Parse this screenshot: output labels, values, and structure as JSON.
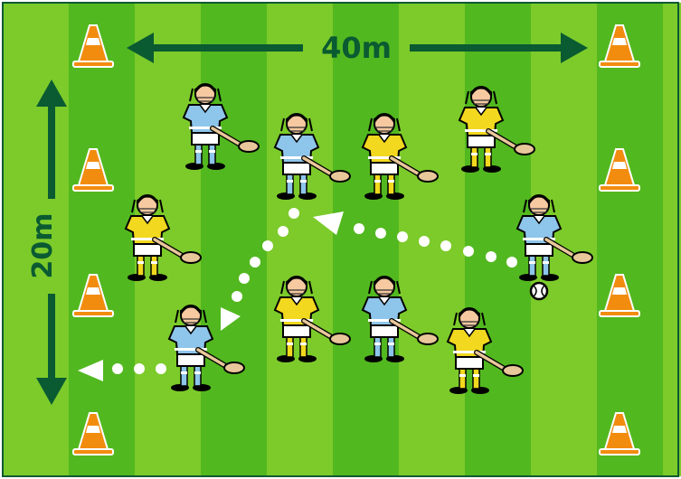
{
  "labels": {
    "width": "40m",
    "height": "20m"
  },
  "colors": {
    "grass_light": "#7ccb2a",
    "grass_dark": "#52b81f",
    "border": "#0a5a32",
    "arrow": "#0a5a32",
    "cone": "#f28c0f",
    "team_blue_jersey": "#8ec5ea",
    "team_yellow_jersey": "#f2d81e",
    "helmet_red": "#d92020",
    "helmet_grey": "#555555"
  },
  "players": [
    {
      "team": "blue",
      "helmet": "orange"
    },
    {
      "team": "blue",
      "helmet": "orange"
    },
    {
      "team": "yellow",
      "helmet": "grey"
    },
    {
      "team": "yellow",
      "helmet": "red"
    },
    {
      "team": "yellow",
      "helmet": "red"
    },
    {
      "team": "blue",
      "helmet": "orange",
      "has_ball": true
    },
    {
      "team": "blue",
      "helmet": "orange"
    },
    {
      "team": "yellow",
      "helmet": "grey"
    },
    {
      "team": "blue",
      "helmet": "orange"
    },
    {
      "team": "yellow",
      "helmet": "grey"
    }
  ]
}
